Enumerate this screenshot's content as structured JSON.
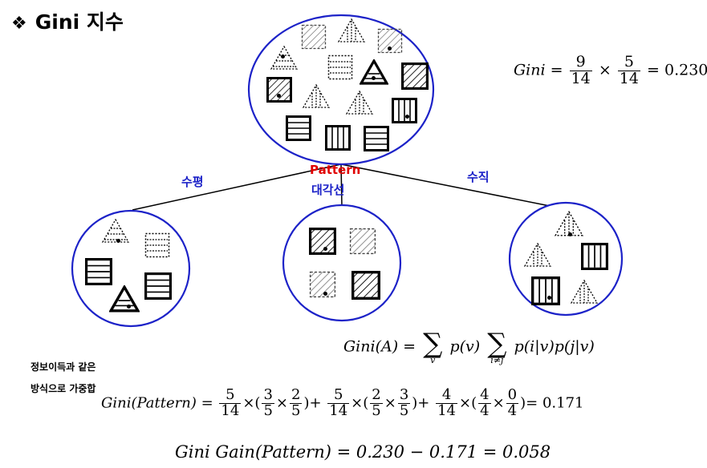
{
  "title": {
    "bullet": "❖",
    "text": "Gini 지수"
  },
  "branches": {
    "left": "수평",
    "middle_top": "Pattern",
    "middle_bottom": "대각선",
    "right": "수직"
  },
  "root_gini": {
    "lhs": "Gini",
    "n1": "9",
    "d1": "14",
    "op": "×",
    "n2": "5",
    "d2": "14",
    "rhs": "= 0.230"
  },
  "gini_a": {
    "lhs": "Gini(A) =",
    "sum1_sub": "v",
    "term1": "p(v)",
    "sum2_sub": "i≠j",
    "term2": "p(i|v)p(j|v)"
  },
  "note": {
    "line1": "정보이득과 같은",
    "line2": "방식으로 가중합"
  },
  "gini_pattern": {
    "lhs": "Gini(Pattern) =",
    "t1": {
      "n": "5",
      "d": "14",
      "a_n": "3",
      "a_d": "5",
      "b_n": "2",
      "b_d": "5"
    },
    "t2": {
      "n": "5",
      "d": "14",
      "a_n": "2",
      "a_d": "5",
      "b_n": "3",
      "b_d": "5"
    },
    "t3": {
      "n": "4",
      "d": "14",
      "a_n": "4",
      "a_d": "4",
      "b_n": "0",
      "b_d": "4"
    },
    "result": "= 0.171"
  },
  "gini_gain": {
    "text": "Gini Gain(Pattern) = 0.230 − 0.171 = 0.058"
  },
  "tree": {
    "root": {
      "items": 14
    },
    "children": [
      {
        "branch": "수평",
        "items": 5
      },
      {
        "branch": "대각선",
        "items": 4
      },
      {
        "branch": "수직",
        "items": 5
      }
    ]
  }
}
